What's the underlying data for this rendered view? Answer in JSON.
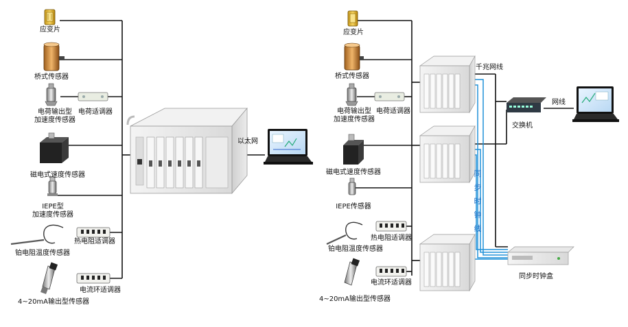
{
  "left": {
    "sensors": {
      "strain_gauge": "应变片",
      "bridge_sensor": "桥式传感器",
      "charge_accel": "电荷输出型\n加速度传感器",
      "charge_conditioner": "电荷适调器",
      "magnetic_velocity": "磁电式速度传感器",
      "iepe_accel": "IEPE型\n加速度传感器",
      "pt_temp": "铂电阻温度传感器",
      "rtd_conditioner": "热电阻适调器",
      "current_sensor": "4~20mA输出型传感器",
      "current_conditioner": "电流环适调器"
    },
    "ethernet_label": "以太网"
  },
  "right": {
    "sensors": {
      "strain_gauge": "应变片",
      "bridge_sensor": "桥式传感器",
      "charge_accel": "电荷输出型\n加速度传感器",
      "charge_conditioner": "电荷适调器",
      "magnetic_velocity": "磁电式速度传感器",
      "iepe": "IEPE传感器",
      "pt_temp": "铂电阻温度传感器",
      "rtd_conditioner": "热电阻适调器",
      "current_sensor": "4~20mA输出型传感器",
      "current_conditioner": "电流环适调器"
    },
    "gigabit_label": "千兆网线",
    "switch_label": "交换机",
    "network_label": "网线",
    "sync_line_label": "同步时钟线",
    "sync_box_label": "同步时钟盒"
  },
  "colors": {
    "line": "#111111",
    "sync_line": "#1e90d8",
    "chassis": "#e6e6e6"
  }
}
